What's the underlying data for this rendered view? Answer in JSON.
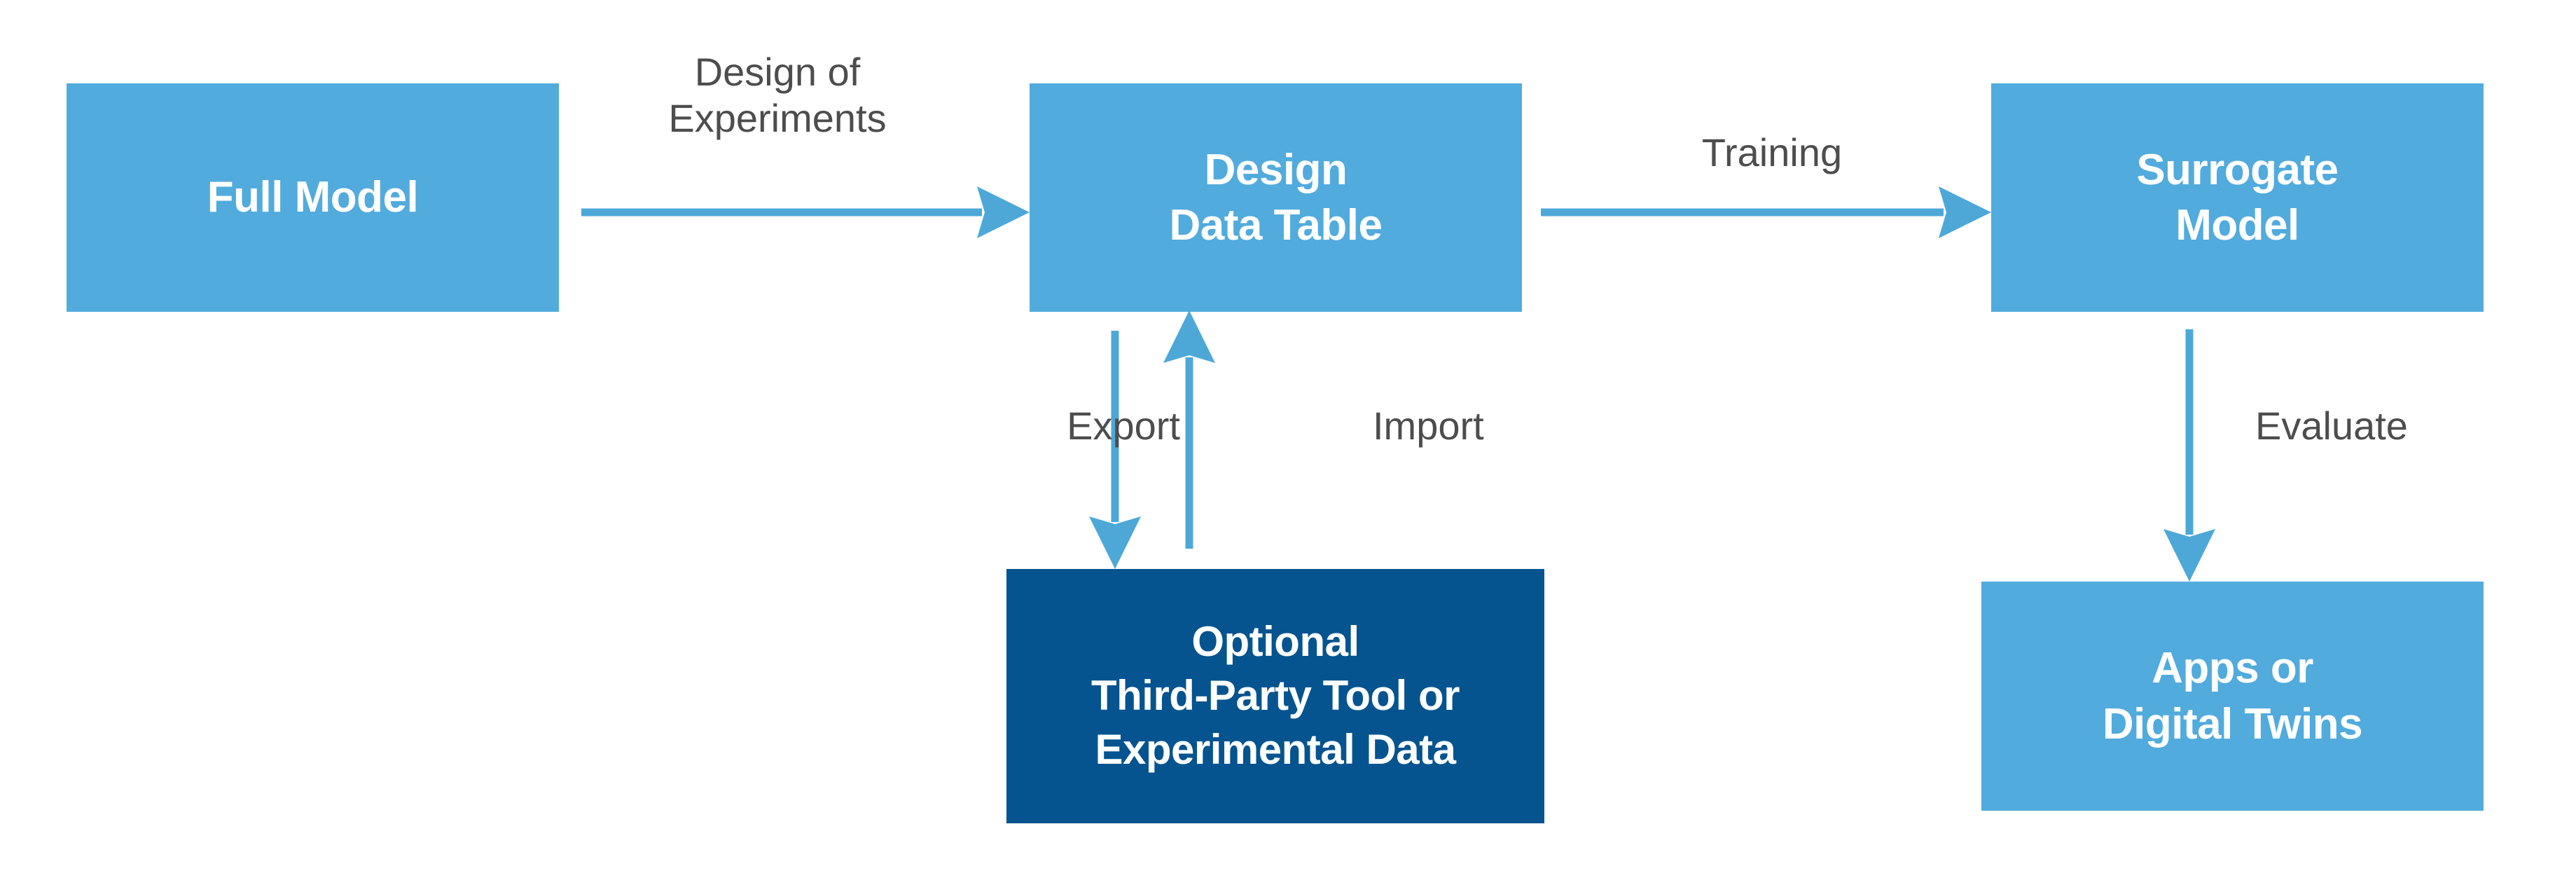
{
  "diagram": {
    "title": "Surrogate Modeling Workflow",
    "colors": {
      "node_light": "#51abdd",
      "node_dark": "#05548f",
      "arrow": "#4da8d8",
      "label_text": "#4d4d4d",
      "node_text": "#ffffff",
      "background": "#ffffff"
    },
    "nodes": [
      {
        "id": "full-model",
        "label": "Full Model",
        "style": "light"
      },
      {
        "id": "design-table",
        "label": "Design\nData Table",
        "style": "light"
      },
      {
        "id": "surrogate",
        "label": "Surrogate\nModel",
        "style": "light"
      },
      {
        "id": "optional-tool",
        "label": "Optional\nThird-Party Tool or\nExperimental Data",
        "style": "dark"
      },
      {
        "id": "apps",
        "label": "Apps or\nDigital Twins",
        "style": "light"
      }
    ],
    "edges": [
      {
        "id": "doe",
        "label": "Design of\nExperiments",
        "from": "full-model",
        "to": "design-table",
        "direction": "right"
      },
      {
        "id": "training",
        "label": "Training",
        "from": "design-table",
        "to": "surrogate",
        "direction": "right"
      },
      {
        "id": "export",
        "label": "Export",
        "from": "design-table",
        "to": "optional-tool",
        "direction": "down"
      },
      {
        "id": "import",
        "label": "Import",
        "from": "optional-tool",
        "to": "design-table",
        "direction": "up"
      },
      {
        "id": "evaluate",
        "label": "Evaluate",
        "from": "surrogate",
        "to": "apps",
        "direction": "down"
      }
    ]
  }
}
